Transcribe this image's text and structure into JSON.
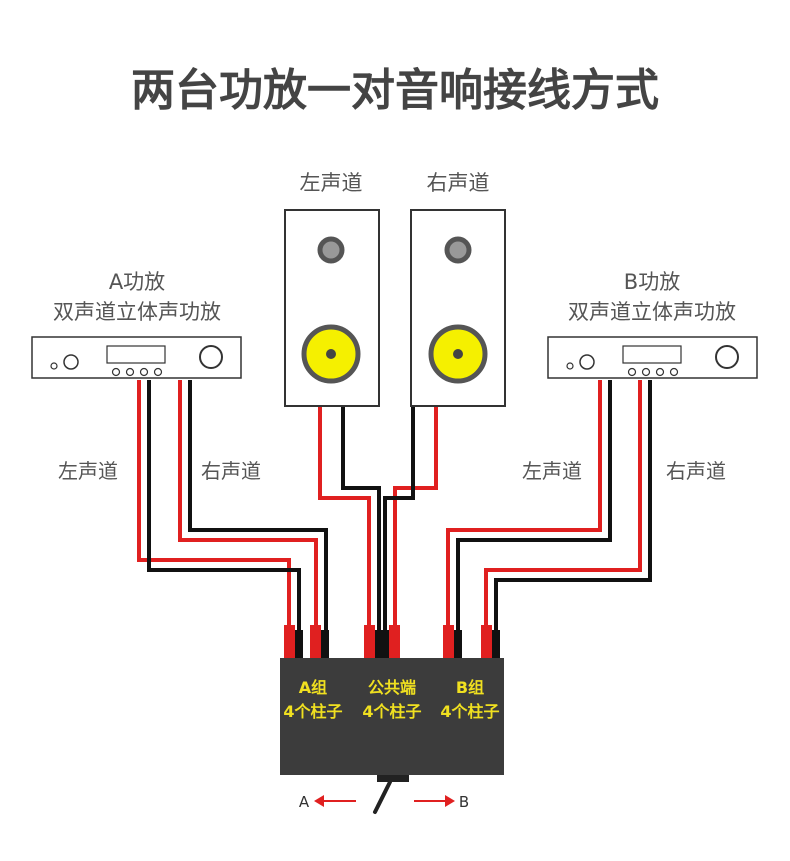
{
  "title": "两台功放一对音响接线方式",
  "speakers": {
    "left_label": "左声道",
    "right_label": "右声道"
  },
  "amp_a": {
    "line1": "A功放",
    "line2": "双声道立体声功放",
    "left_wire_label": "左声道",
    "right_wire_label": "右声道"
  },
  "amp_b": {
    "line1": "B功放",
    "line2": "双声道立体声功放",
    "left_wire_label": "左声道",
    "right_wire_label": "右声道"
  },
  "switch_box": {
    "group_a_line1": "A组",
    "group_a_line2": "4个柱子",
    "common_line1": "公共端",
    "common_line2": "4个柱子",
    "group_b_line1": "B组",
    "group_b_line2": "4个柱子"
  },
  "selector": {
    "a_label": "A",
    "b_label": "B"
  },
  "colors": {
    "title": "#444444",
    "wire_red": "#e02020",
    "wire_black": "#111111",
    "box": "#3c3c3c",
    "box_text": "#f0e020",
    "woofer": "#f5f000",
    "tweeter": "#555555"
  }
}
